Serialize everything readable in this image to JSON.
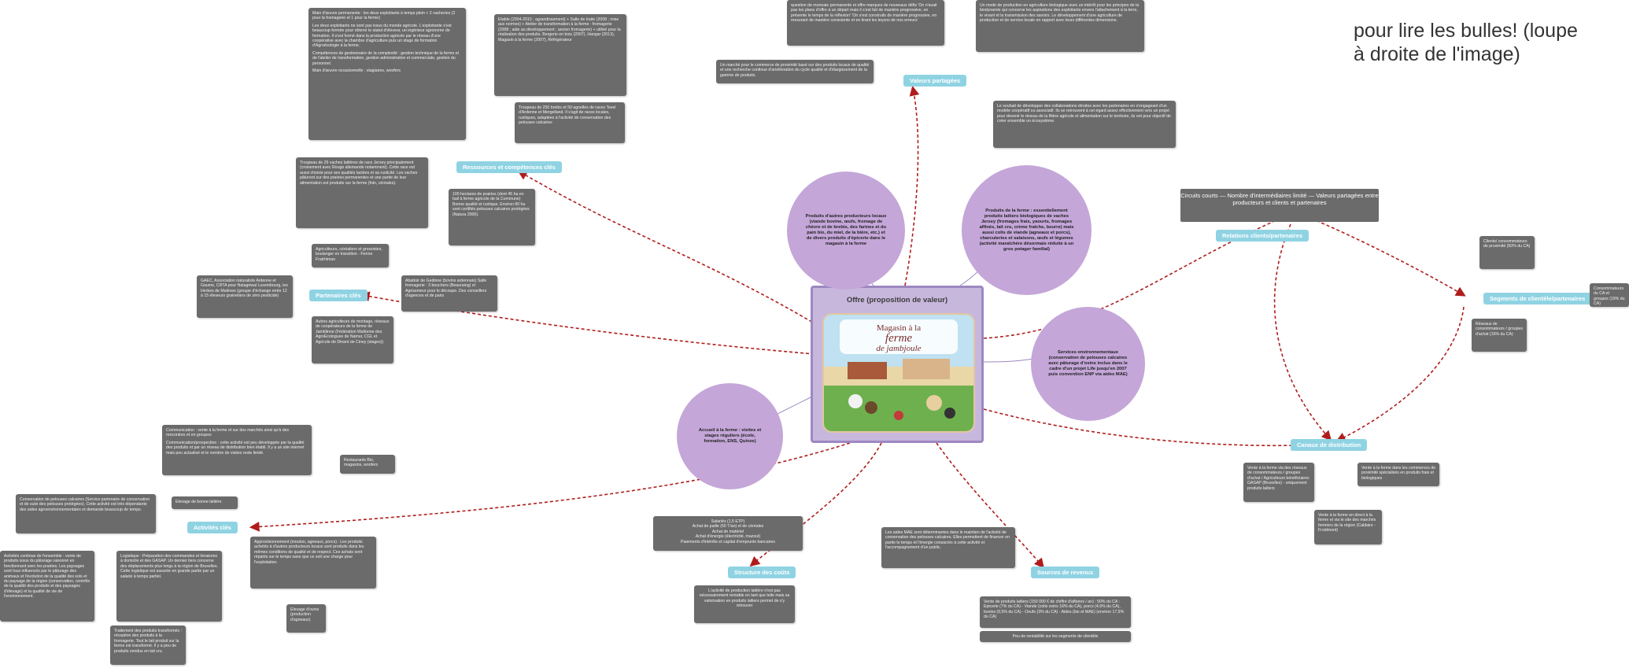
{
  "header": {
    "hint_line1": "pour lire les bulles! (loupe",
    "hint_line2": "à droite de l'image)"
  },
  "center": {
    "title": "Offre (proposition de valeur)",
    "image_lines": [
      "Magasin à la",
      "ferme",
      "de jambjoule"
    ]
  },
  "tags": {
    "ressources": "Ressources et compétences clés",
    "valeurs": "Valeurs partagées",
    "partenaires": "Partenaires clés",
    "relations": "Relations clients/partenaires",
    "segments": "Segments de clientèle/partenaires",
    "canaux": "Canaux de distribution",
    "activites": "Activités clés",
    "structure": "Structure des coûts",
    "sources": "Sources de revenus"
  },
  "circles": {
    "produits_autres": "Produits d'autres producteurs locaux (viande bovine, œufs, fromage de chèvre et de brebis, des farines et du pain bio, du miel, de la bière, etc.) et de divers produits d'épicerie dans le magasin à la ferme",
    "produits_ferme": "Produits de la ferme : essentiellement produits laitiers biologiques de vaches Jersey (fromages frais, yaourts, fromages affinés, lait cru, crème fraîche, beurre) mais aussi colis de viande (agneaux et porcs), charcuteries et salaisons, œufs et légumes (activité maraîchère désormais réduite à un gros potager familial)",
    "services_env": "Services environnementaux (conservation de pelouses calcaires avec pâturage d'ovins inclus dans le cadre d'un projet Life jusqu'en 2007 puis convention ENP via aides MAE)",
    "accueil": "Accueil à la ferme : visites et stages réguliers (école, formation, ENS, Quinze)"
  },
  "notes": {
    "n1": [
      "Main d'œuvre permanente : les deux exploitants à temps plein + 2 vacheries (2 pour la fromagerie et 1 pour la ferme)",
      "Les deux exploitants ne sont pas issus du monde agricole. L'exploitante s'est beaucoup formée pour obtenir le statut d'éleveur, un ingénieur agronome de formation. Il s'est formé dans la production agricole par le réseau d'une coopérative avec la chambre d'agriculture puis un stage de formation d'Agroécologie à la ferme.",
      "Compétences de gestionnaire de la complexité : gestion technique de la ferme et de l'atelier de transformation, gestion administrative et commerciale, gestion du personnel.",
      "Main d'œuvre occasionnelle : stagiaires, woofers"
    ],
    "n2": "Etable (2004-2010 ; agrandissement) + Salle de traite (2008 ; mise aux normes) + Atelier de transformation à la ferme : fromagerie (2008 ; aide au développement ; ancien fromagerie) + utilisé pour la réalisation des produits. Bergerie en bois (2007), Hangar (2013), Magasin à la ferme (2007), Réfrigérateur",
    "n3": "Troupeau de 250 brebis et 50 agnelles de races Texel d'Ardenne et Mergelland. Il s'agit de races locales, rustiques, adaptées à l'activité de conservation des pelouses calcaires",
    "n4": "Un marché pour le commerce de proximité basé sur des produits locaux de qualité et une recherche continue d'amélioration du cycle qualité et d'élargissement de la gamme de produits.",
    "n5": "question de monnaie permanente et offre marques de nouveaux défis 'On n'avait pas les plans d'offre à un départ mais il s'est fait de manière progressive, on présente le temps de la réflexion' 'On s'est construits de manière progressive, en mesurant de manière consciente et en tirant les leçons de nos erreurs'",
    "n6": "Un mode de production en agriculture biologique avec un intérêt pour les principes de la biodynamie qui concerne les aspirations des exploitants envers l'attachement à la terre, le vivant et la transmission des savoirs. Le développement d'une agriculture de production et de service locale en rapport avec leurs différentes dimensions.",
    "n7": "Le souhait de développer des collaborations étroites avec les partenaires en s'engageant d'un modèle coopératif ou associatif. Ils se retrouvent à cet égard assez effectivement vers un projet pour devenir le réseau de la filière agricole et alimentation sur le territoire, ils ont pour objectif de créer ensemble un écosystème.",
    "n8": "Troupeau de 29 vaches laitières de race Jersey principalement (croisement avec Rouge allemande notamment). Cette race est aussi choisie pour ses qualités lactées et sa rusticité. Les vaches pâturent sur des prairies permanentes et une partie de leur alimentation est produite sur la ferme (foin, céréales).",
    "n9": "100 hectares de prairies (dont 45 ha en bail à ferme agricole de la Commune) Bonne qualité et rustique. Environ 80 ha sont certifiés pelouses calcaires protégées (Natura 2000).",
    "n10": "Agriculteurs, céréaliers et grossistes, boulanger en transition - Ferme Fratrhiman",
    "n11": "GAEC, Association naturaliste Ardenne et Gaume, CRTA pour Natagriwal Luxembourg, les Herbes de Malèves (groupe d'échange entre 12 à 15 éleveurs grainetiers de zéro pesticide)",
    "n12": "Abattoir de Gedinne (bovins ardennais) Salle fromagerie : 3 bouchers (Beauraing) et Agrisemeur pour le découpe. Des conseillers d'agences et de pairs",
    "n13": "Autres agriculteurs de montage, réseaux de coopérateurs de la ferme de Jamblinne (Fédération Wallonne des AgroEcologues de Namur, CGL et Agricole de Dinant de Ciney (stages))",
    "n14": "Circuits courts — Nombre d'intermédiaires limité — Valeurs partagées entre producteurs et clients et partenaires",
    "n15": "Clients/ consommateurs de proximité (50% du CA)",
    "n16": "Réseaux de consommateurs / groupes d'achat (16% du CA)",
    "n17": "Consommateurs du CA et groupes (19% du CA)",
    "n18": "Vente à la ferme via des réseaux de consommateurs / groupes d'achat / Agriculteurs bénéficiaires GASAP (Bruxelles) - uniquement produits laitiers",
    "n19": "Vente à la ferme dans les commerces de proximité spécialisés en produits frais et biologiques",
    "n20": "Vente à la ferme en direct à la ferme et via le site des marchés fermiers de la région (Cablaire - Froidmont)",
    "n21": [
      "Communication : vente à la ferme et sur des marchés ainsi qu'à des rencontres et en groupes",
      "Communication/prospection : cette activité est peu développée par la qualité des produits et par un réseau de distribution bien établi. Il y a un site internet mais peu actualisé et le nombre de visites reste limité."
    ],
    "n22": "Restaurants Bio, magasins, woofers",
    "n23": "Conservation de pelouses calcaires (Service partenaire de conservation et de suivi des pelouses protégées). Cette activité est très dépendante des aides agroenvironnementales et demande beaucoup de temps.",
    "n24": "Elevage de bonne laitière",
    "n25": "Activités continue de l'ensemble : vente de produits issus du pâturage raisonné en fonctionnant avec les prairies. Les paysages sont tous influencés par le pâturage des animaux et l'évolution de la qualité des sols et du paysage de la région (conservation, contrôle de la qualité des produits et des paysages d'élevage) et la qualité de vie de l'environnement.",
    "n26": "Logistique : Préparation des commandes et livraisons à domicile et des GASAP. Un dernier tiers concerne des déplacements plus longs à la région de Bruxelles. Cette logistique est assurée en grande partie par un salarié à temps partiel.",
    "n27": "Traitement des produits transformés : réception des produits à la fromagerie. Tout le lait produit sur la ferme est transformé. Il y a peu de produits vendus en lait cru.",
    "n28": "Approvisionnement (mouton, agneaux, porcs) : Les produits achetés à d'autres producteurs locaux sont produits dans les mêmes conditions de qualité et de respect. Ces achats sont répartis sur le temps sans que ce soit une charge pour l'exploitation.",
    "n29": "Elevage d'ovins (production d'agneaux)",
    "n30": "Salariés (1,5 ETP)\nAchat de paille (50 T/an) et de céréales\nAchat de matériel\nAchat d'énergie (électricité, mazout)\nPaiements d'intérêts et capital d'emprunts bancaires",
    "n31": "L'activité de production laitière n'est pas nécessairement rentable en tant que telle mais sa valorisation en produits laitiers permet de s'y retrouver",
    "n32": "Les aides MAE sont déterminantes dans le maintien de l'activité de conservation des pelouses calcaires. Elles permettent de financer en partie le temps et l'énergie consacrés à cette activité et l'accompagnement d'un public.",
    "n33": "Vente de produits laitiers (150 000 € de chiffre d'affaires / an) : 50% du CA : Epicerie (7% du CA) - Viande (colis ovins 16% du CA), porcs (4,6% du CA), bovins (9,5% du CA) - Oeufs (3% du CA) - Aides (bio et MAE) (environ 17,9% du CA)",
    "n34": "Peu de rentabilité sur les segments de clientèle"
  }
}
